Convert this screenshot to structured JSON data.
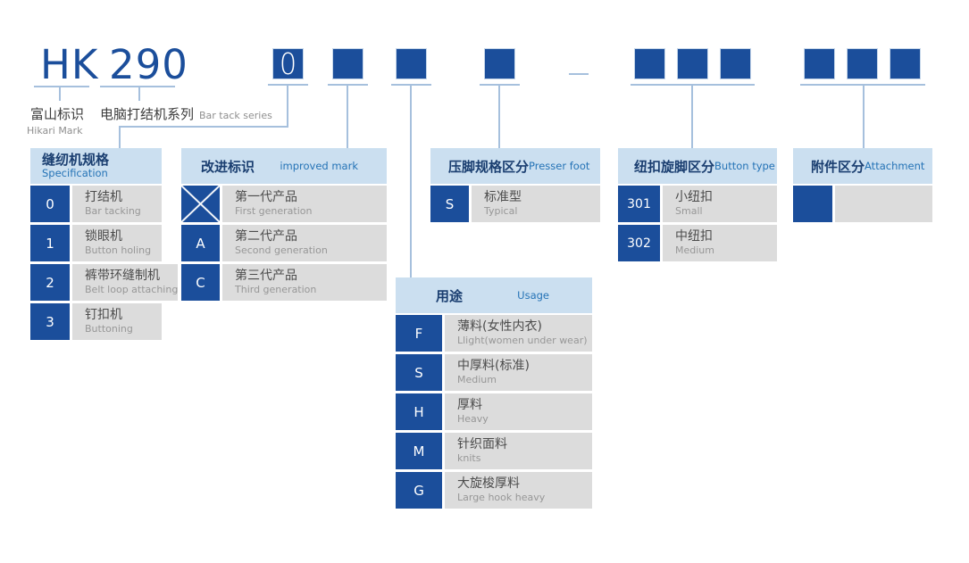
{
  "model": {
    "brand": "HK",
    "number": "290",
    "brand_label_zh": "富山标识",
    "brand_label_en": "Hikari Mark",
    "series_label_zh": "电脑打结机系列",
    "series_label_en": "Bar tack series",
    "code_digit": "0"
  },
  "icons": {
    "cross-icon": "✕",
    "dash-separator-icon": "–"
  },
  "tables": {
    "spec": {
      "title_zh": "缝纫机规格",
      "title_en": "Specification",
      "rows": [
        {
          "key": "0",
          "zh": "打结机",
          "en": "Bar tacking"
        },
        {
          "key": "1",
          "zh": "锁眼机",
          "en": "Button holing"
        },
        {
          "key": "2",
          "zh": "裤带环缝制机",
          "en": "Belt loop attaching"
        },
        {
          "key": "3",
          "zh": "钉扣机",
          "en": "Buttoning"
        }
      ]
    },
    "improved": {
      "title_zh": "改进标识",
      "title_en": "improved mark",
      "rows": [
        {
          "key": "",
          "key_icon": "cross-icon",
          "zh": "第一代产品",
          "en": "First generation"
        },
        {
          "key": "A",
          "zh": "第二代产品",
          "en": "Second generation"
        },
        {
          "key": "C",
          "zh": "第三代产品",
          "en": "Third generation"
        }
      ]
    },
    "usage": {
      "title_zh": "用途",
      "title_en": "Usage",
      "rows": [
        {
          "key": "F",
          "zh": "薄料(女性内衣)",
          "en": "Llight(women under wear)"
        },
        {
          "key": "S",
          "zh": "中厚料(标准)",
          "en": "Medium"
        },
        {
          "key": "H",
          "zh": "厚料",
          "en": "Heavy"
        },
        {
          "key": "M",
          "zh": "针织面料",
          "en": "knits"
        },
        {
          "key": "G",
          "zh": "大旋梭厚料",
          "en": "Large hook heavy"
        }
      ]
    },
    "presser": {
      "title_zh": "压脚规格区分",
      "title_en": "Presser foot",
      "rows": [
        {
          "key": "S",
          "zh": "标准型",
          "en": "Typical"
        }
      ]
    },
    "button": {
      "title_zh": "纽扣旋脚区分",
      "title_en": "Button type",
      "rows": [
        {
          "key": "301",
          "zh": "小纽扣",
          "en": "Small"
        },
        {
          "key": "302",
          "zh": "中纽扣",
          "en": "Medium"
        }
      ]
    },
    "attachment": {
      "title_zh": "附件区分",
      "title_en": "Attachment",
      "rows": [
        {
          "key": "",
          "zh": "",
          "en": ""
        }
      ]
    }
  },
  "colors": {
    "primary": "#1b4e9b",
    "header_bg": "#cbdff0",
    "row_bg": "#dcdcdc",
    "line": "#a6c0dd",
    "header_zh": "#1a3e70",
    "header_en": "#2573b6",
    "row_zh": "#4c4c4c",
    "row_en": "#979797"
  }
}
